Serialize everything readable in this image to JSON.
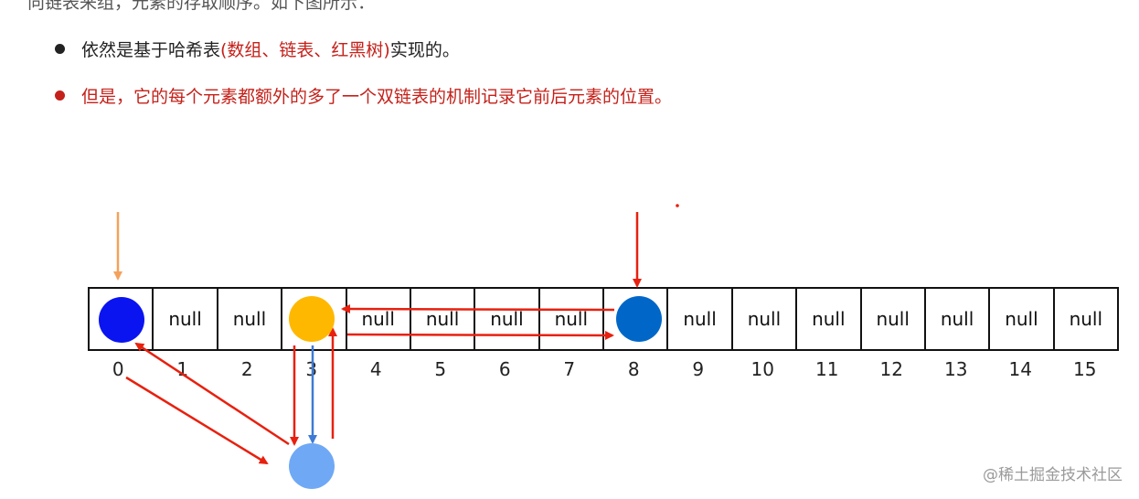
{
  "header_fragment": "向链表来组，元素的存取顺序。如下图所示：",
  "bullets": [
    {
      "text_before": "依然是基于哈希表",
      "accent": "(数组、链表、红黑树)",
      "text_after": "实现的。"
    },
    {
      "text": "但是，它的每个元素都额外的多了一个双链表的机制记录它前后元素的位置。"
    }
  ],
  "table": {
    "cells": [
      "",
      "null",
      "null",
      "",
      "null",
      "null",
      "null",
      "null",
      "",
      "null",
      "null",
      "null",
      "null",
      "null",
      "null",
      "null"
    ],
    "indices": [
      "0",
      "1",
      "2",
      "3",
      "4",
      "5",
      "6",
      "7",
      "8",
      "9",
      "10",
      "11",
      "12",
      "13",
      "14",
      "15"
    ]
  },
  "nodes": [
    {
      "name": "node-index-0",
      "color": "#0a14f0"
    },
    {
      "name": "node-index-3",
      "color": "#ffb800"
    },
    {
      "name": "node-index-8",
      "color": "#0067c8"
    },
    {
      "name": "node-linked-below-3",
      "color": "#6fa8f5"
    }
  ],
  "colors": {
    "accent_red": "#c4211a",
    "arrow_red": "#e8200f",
    "arrow_orange": "#f4a15c",
    "arrow_blue": "#3e7ad6"
  },
  "watermark": "@稀土掘金技术社区"
}
